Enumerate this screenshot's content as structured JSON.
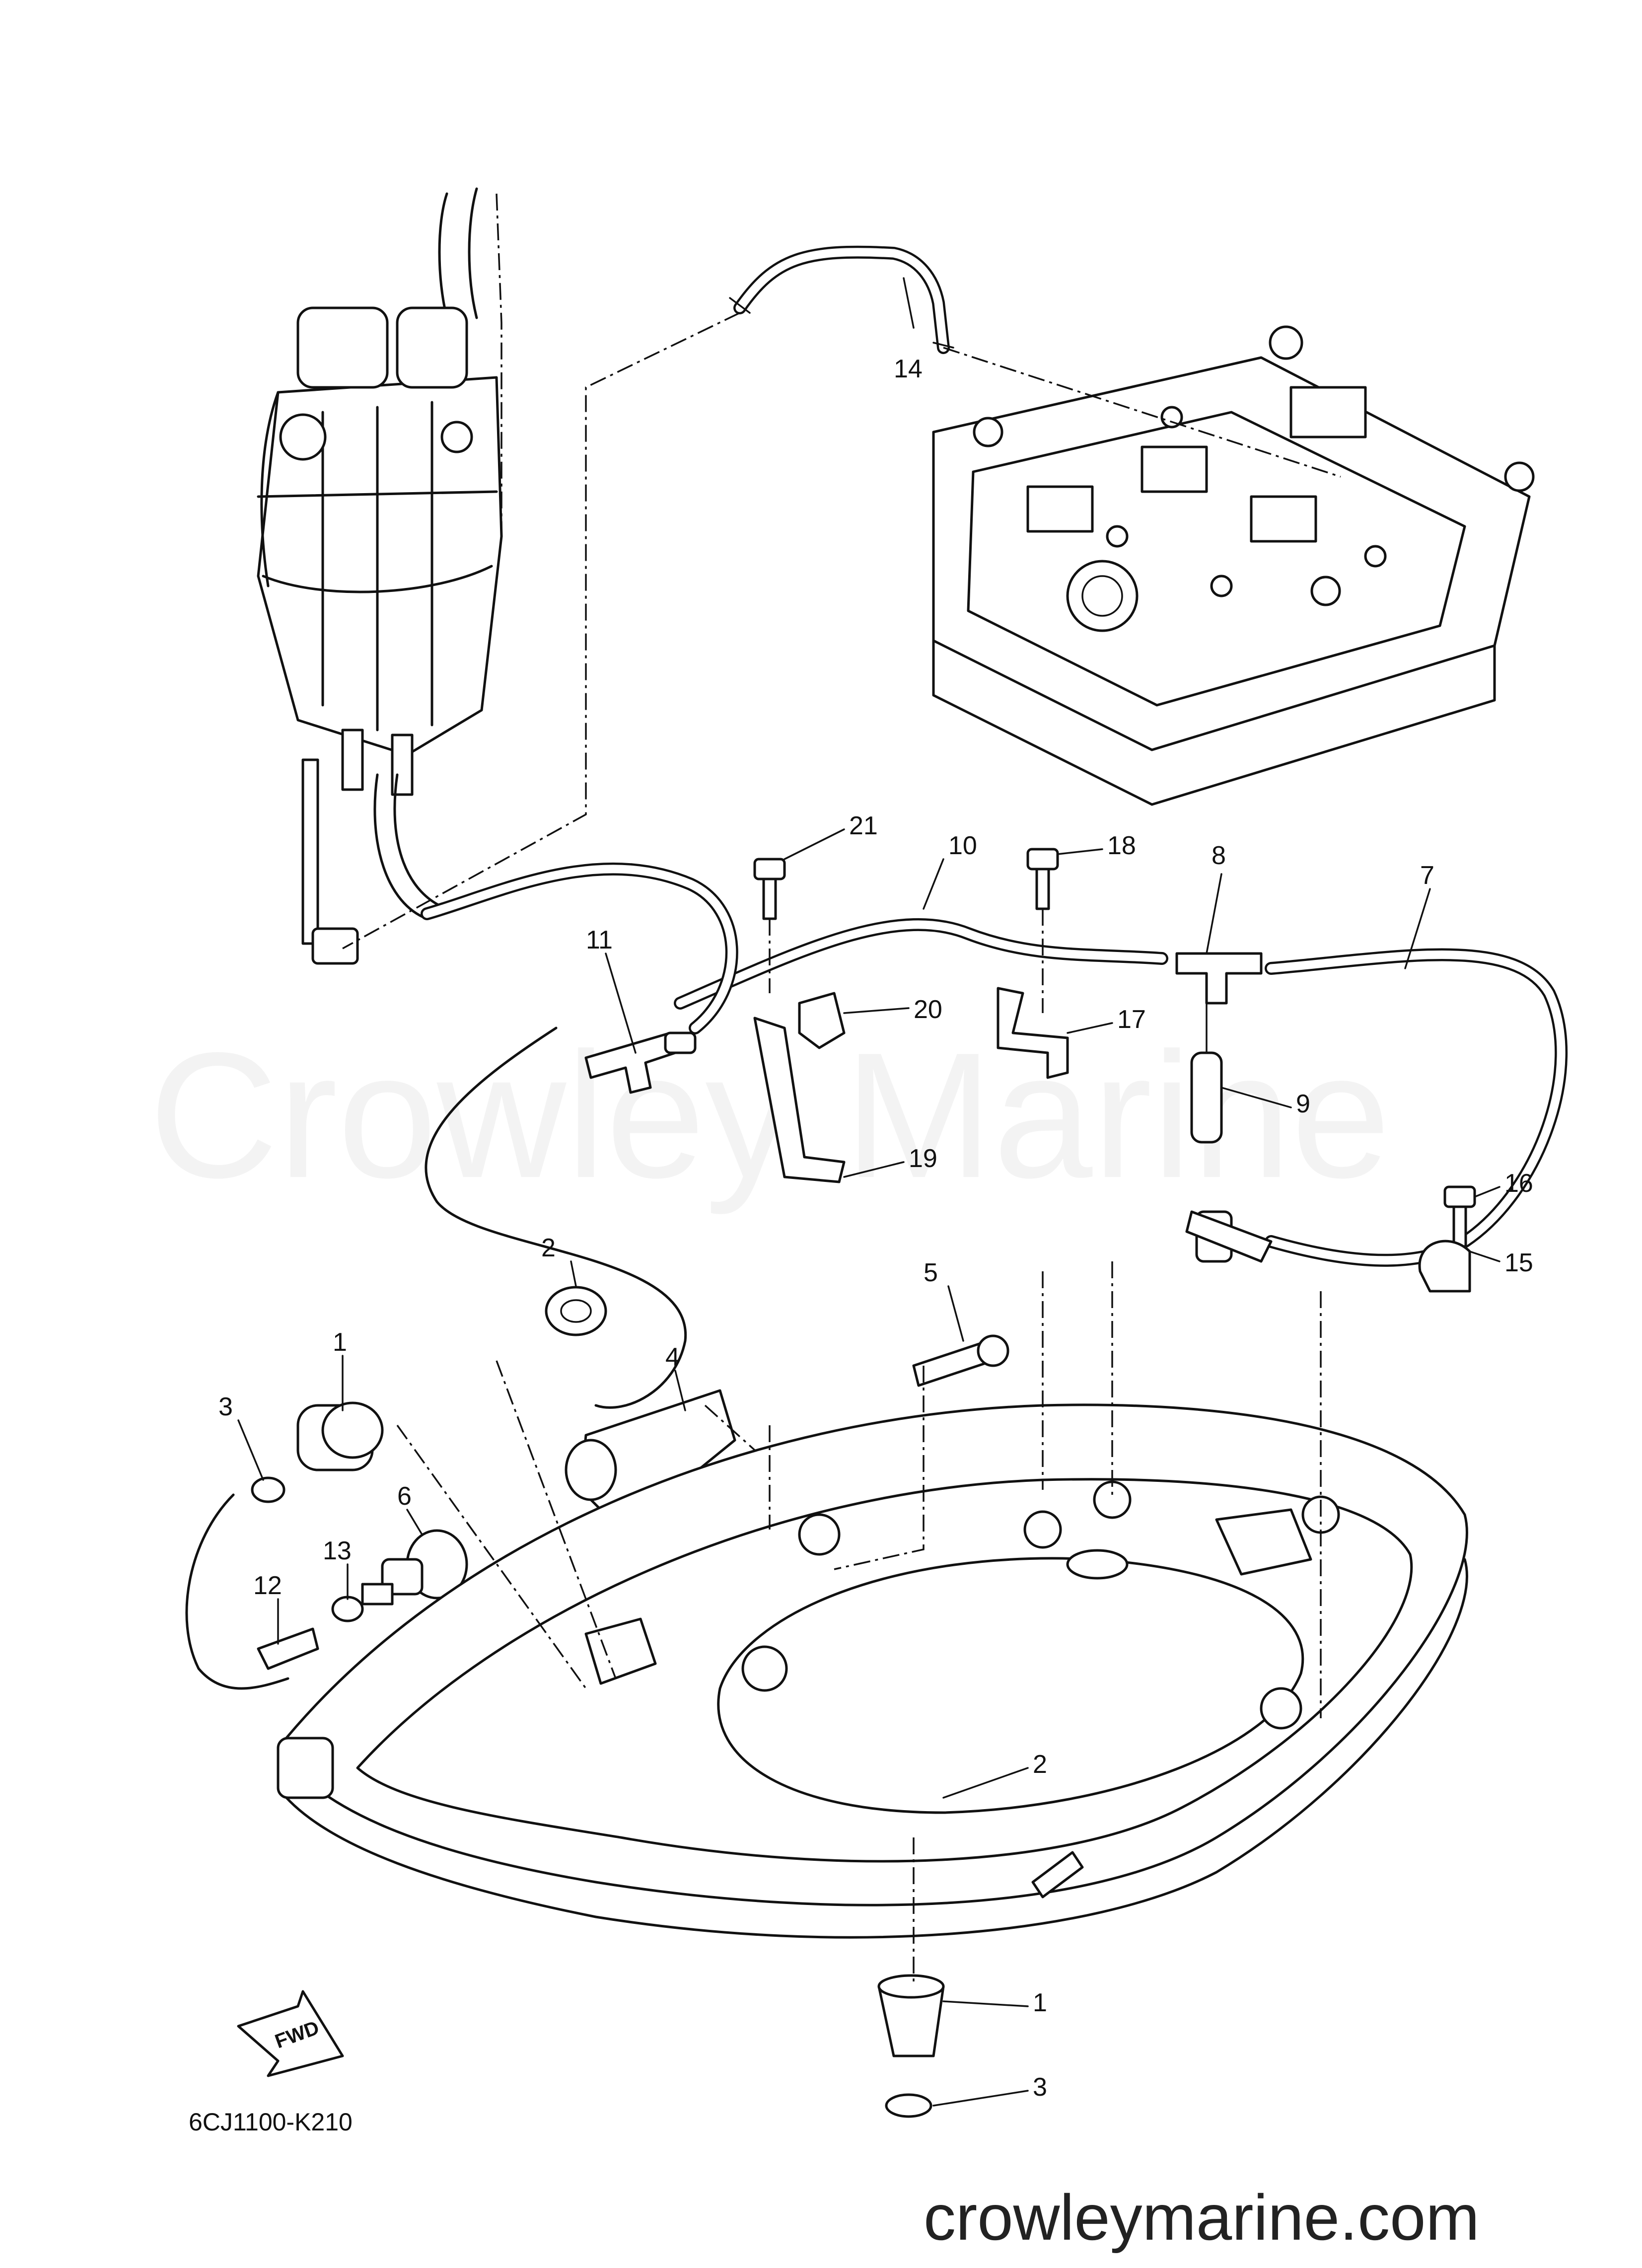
{
  "watermark": "Crowley Marine",
  "footer_url": "crowleymarine.com",
  "diagram_code": "6CJ1100-K210",
  "fwd_label": "FWD",
  "callouts": [
    {
      "id": "c14",
      "text": "14"
    },
    {
      "id": "c10",
      "text": "10"
    },
    {
      "id": "c21",
      "text": "21"
    },
    {
      "id": "c18",
      "text": "18"
    },
    {
      "id": "c8",
      "text": "8"
    },
    {
      "id": "c7",
      "text": "7"
    },
    {
      "id": "c11",
      "text": "11"
    },
    {
      "id": "c20",
      "text": "20"
    },
    {
      "id": "c17",
      "text": "17"
    },
    {
      "id": "c9",
      "text": "9"
    },
    {
      "id": "c19",
      "text": "19"
    },
    {
      "id": "c16",
      "text": "16"
    },
    {
      "id": "c15",
      "text": "15"
    },
    {
      "id": "c2a",
      "text": "2"
    },
    {
      "id": "c5",
      "text": "5"
    },
    {
      "id": "c1a",
      "text": "1"
    },
    {
      "id": "c4",
      "text": "4"
    },
    {
      "id": "c3a",
      "text": "3"
    },
    {
      "id": "c6",
      "text": "6"
    },
    {
      "id": "c13",
      "text": "13"
    },
    {
      "id": "c12",
      "text": "12"
    },
    {
      "id": "c2b",
      "text": "2"
    },
    {
      "id": "c1b",
      "text": "1"
    },
    {
      "id": "c3b",
      "text": "3"
    }
  ]
}
